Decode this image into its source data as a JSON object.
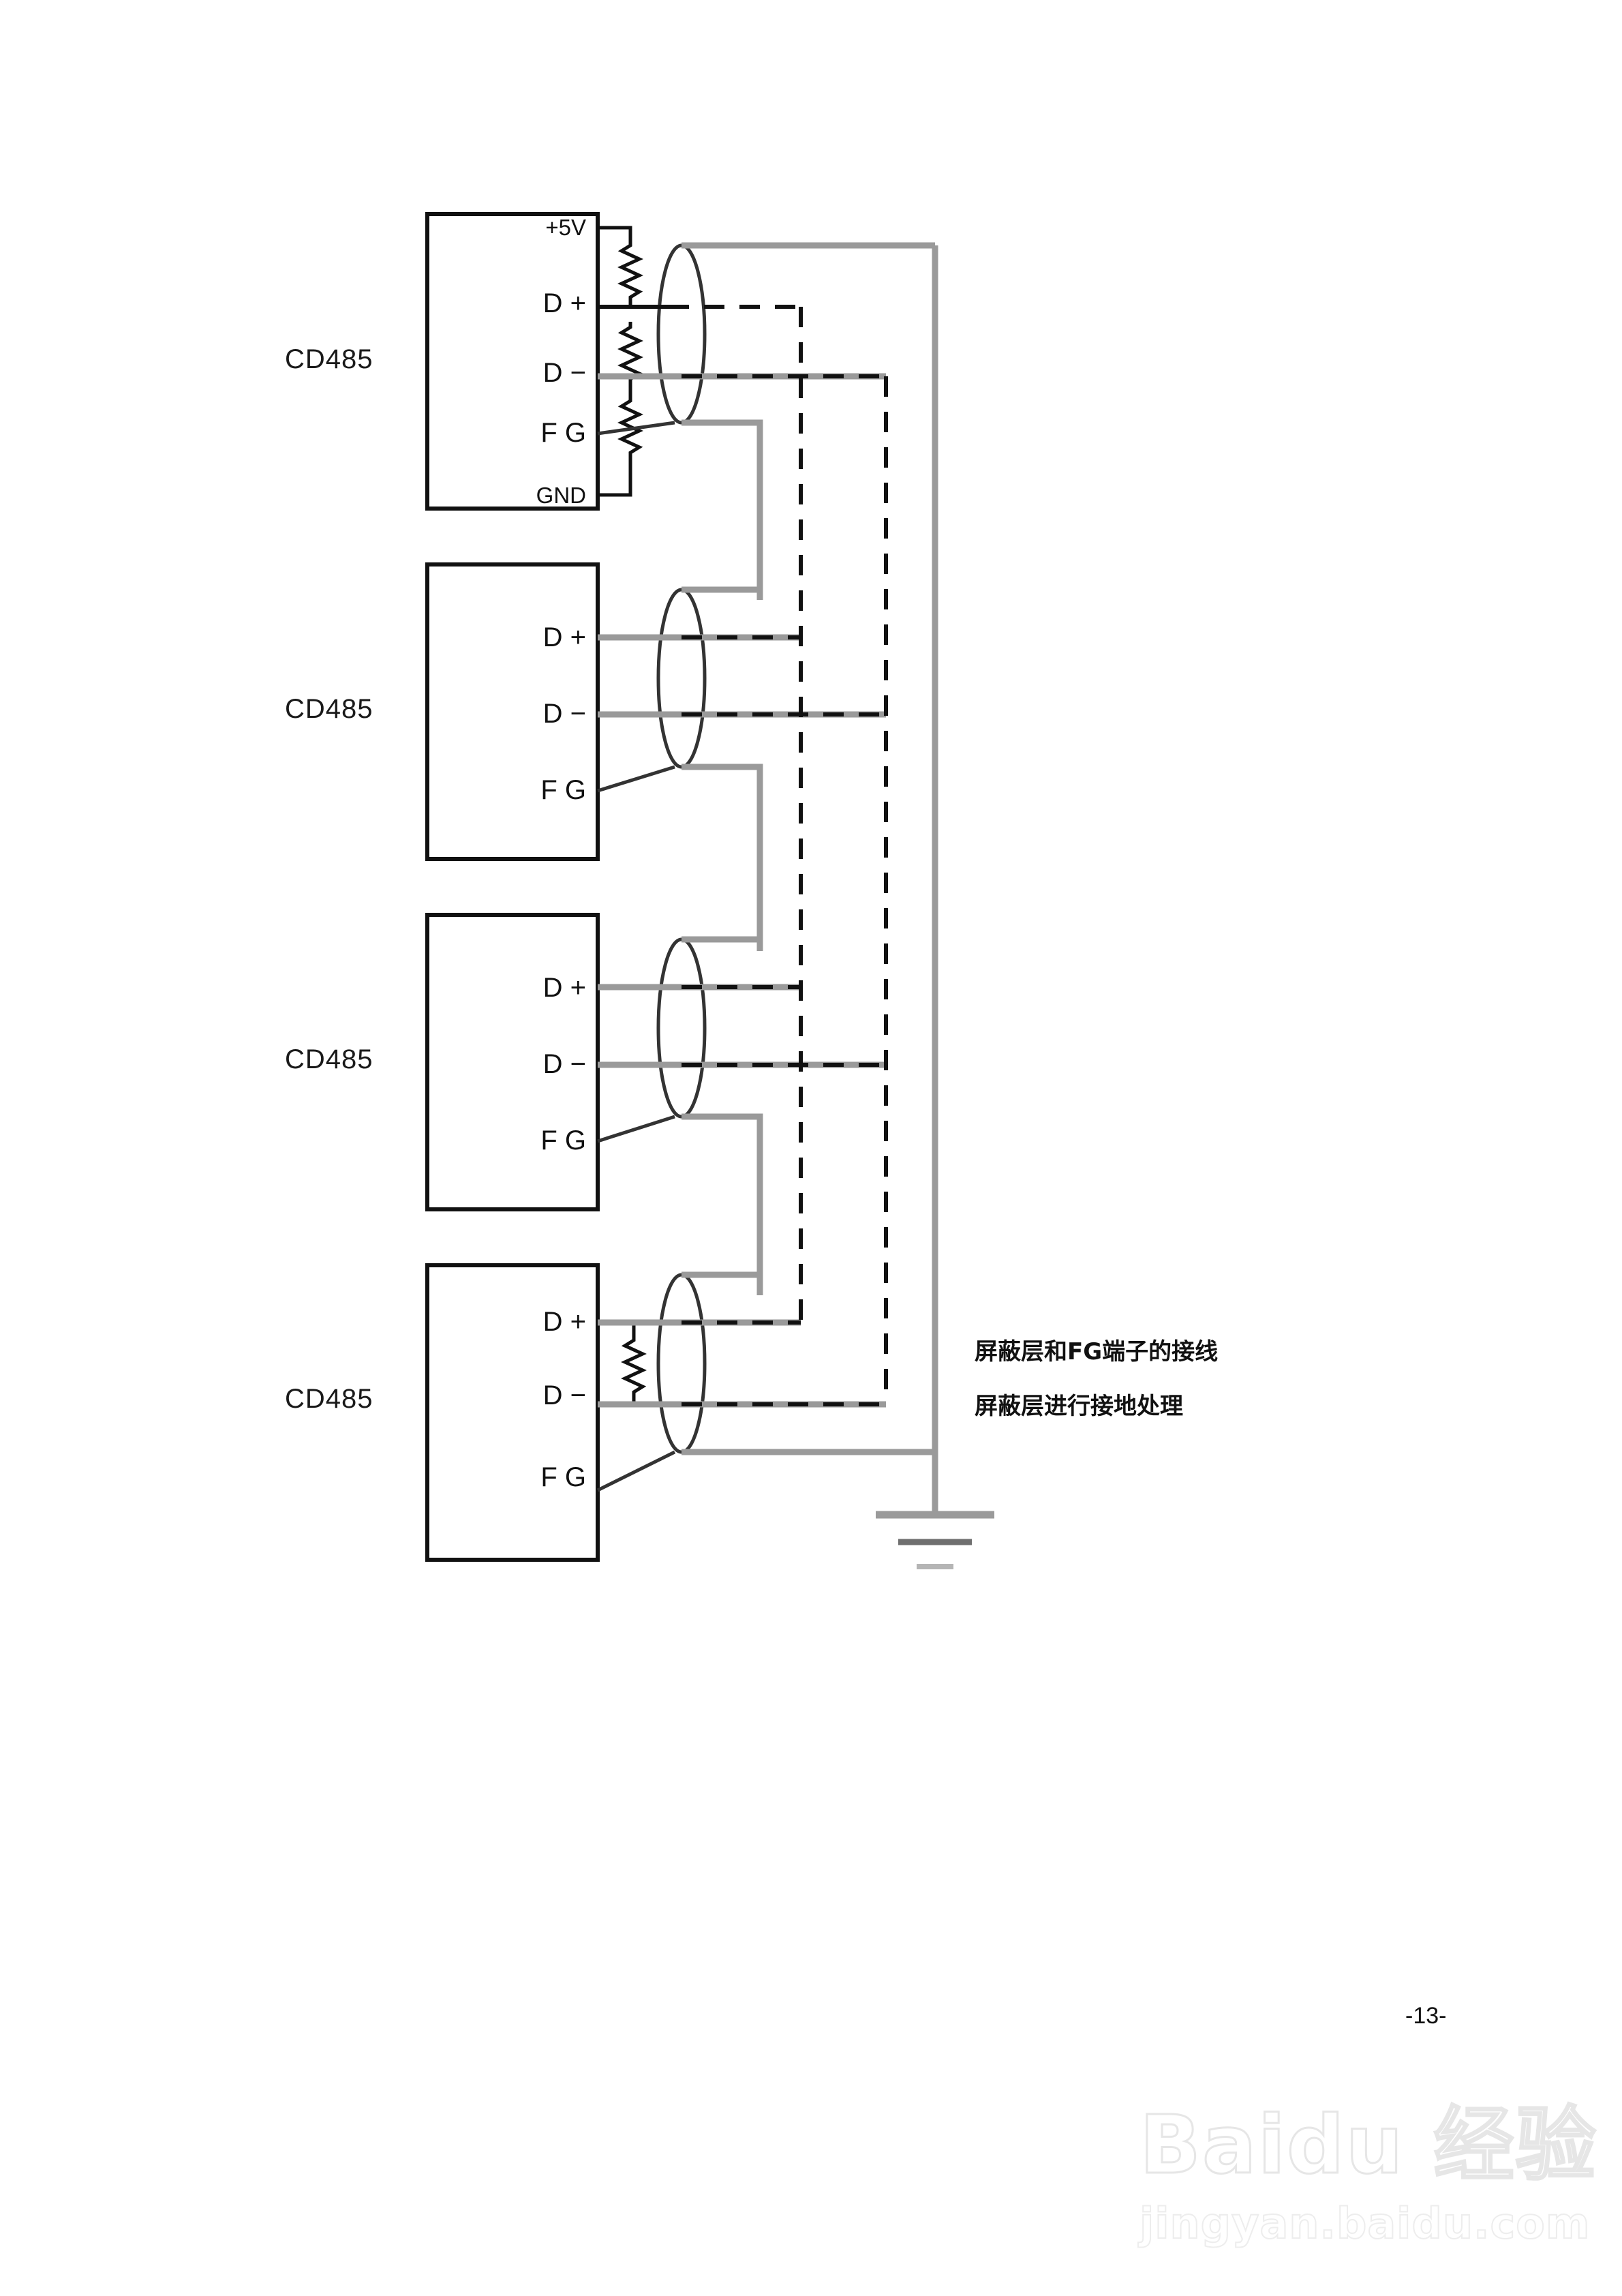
{
  "page": {
    "page_number": "-13-",
    "background_color": "#ffffff"
  },
  "colors": {
    "box_stroke": "#111111",
    "signal_wire": "#111111",
    "shield_wire": "#9a9a9a",
    "ground_symbol": "#9a9a9a",
    "text": "#111111"
  },
  "devices": [
    {
      "label": "CD485",
      "terminals": [
        "+5V",
        "D +",
        "D −",
        "F G",
        "GND"
      ],
      "has_bias_resistors": true,
      "has_termination_resistor": true
    },
    {
      "label": "CD485",
      "terminals": [
        "D +",
        "D −",
        "F G"
      ],
      "has_bias_resistors": false,
      "has_termination_resistor": false
    },
    {
      "label": "CD485",
      "terminals": [
        "D +",
        "D −",
        "F G"
      ],
      "has_bias_resistors": false,
      "has_termination_resistor": false
    },
    {
      "label": "CD485",
      "terminals": [
        "D +",
        "D −",
        "F G"
      ],
      "has_bias_resistors": false,
      "has_termination_resistor": true
    }
  ],
  "annotations": [
    {
      "text": "屏蔽层和FG端子的接线"
    },
    {
      "text": "屏蔽层进行接地处理"
    }
  ],
  "watermark": {
    "brand": "Baidu 经验",
    "url": "jingyan.baidu.com"
  },
  "legend": {
    "signal_pair_style": "dashed",
    "shield_style": "solid-gray",
    "ground_symbol": "earth-ground-3-bar"
  }
}
